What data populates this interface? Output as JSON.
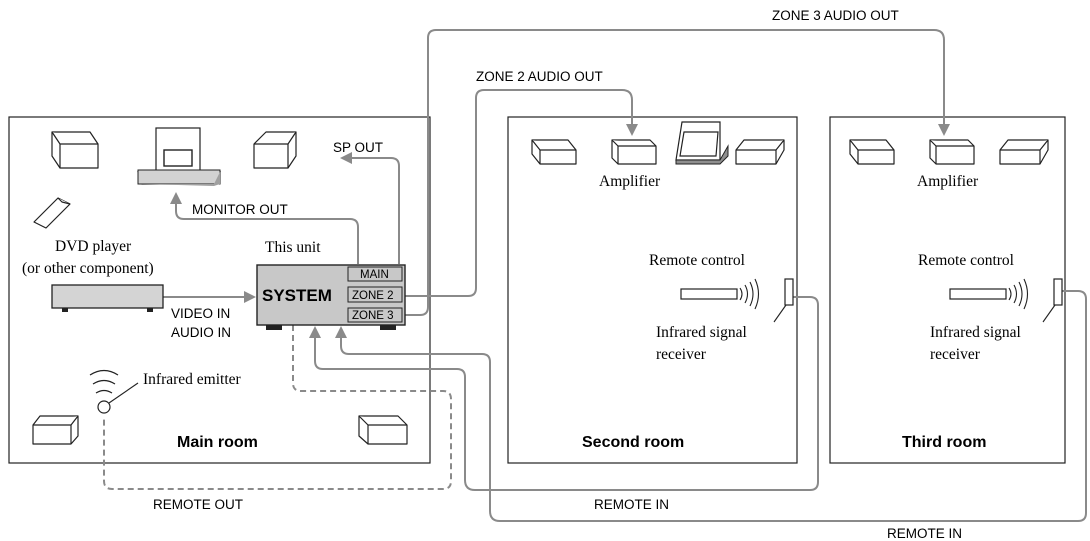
{
  "labels": {
    "zone3_audio_out": "ZONE 3 AUDIO OUT",
    "zone2_audio_out": "ZONE 2 AUDIO OUT",
    "sp_out": "SP OUT",
    "monitor_out": "MONITOR OUT",
    "dvd_player": "DVD player",
    "dvd_player_sub": "(or other component)",
    "this_unit": "This unit",
    "video_in": "VIDEO IN",
    "audio_in": "AUDIO IN",
    "infrared_emitter": "Infrared emitter",
    "remote_out": "REMOTE OUT",
    "remote_in_1": "REMOTE IN",
    "remote_in_2": "REMOTE IN"
  },
  "unit": {
    "system": "SYSTEM",
    "main": "MAIN",
    "zone2": "ZONE 2",
    "zone3": "ZONE 3"
  },
  "rooms": {
    "main": {
      "title": "Main room"
    },
    "second": {
      "title": "Second room",
      "amplifier": "Amplifier",
      "remote_control": "Remote control",
      "receiver_line1": "Infrared signal",
      "receiver_line2": "receiver"
    },
    "third": {
      "title": "Third room",
      "amplifier": "Amplifier",
      "remote_control": "Remote control",
      "receiver_line1": "Infrared signal",
      "receiver_line2": "receiver"
    }
  },
  "colors": {
    "wire": "#8a8a8a",
    "outline": "#222222",
    "unit_fill": "#c8c8c8"
  }
}
